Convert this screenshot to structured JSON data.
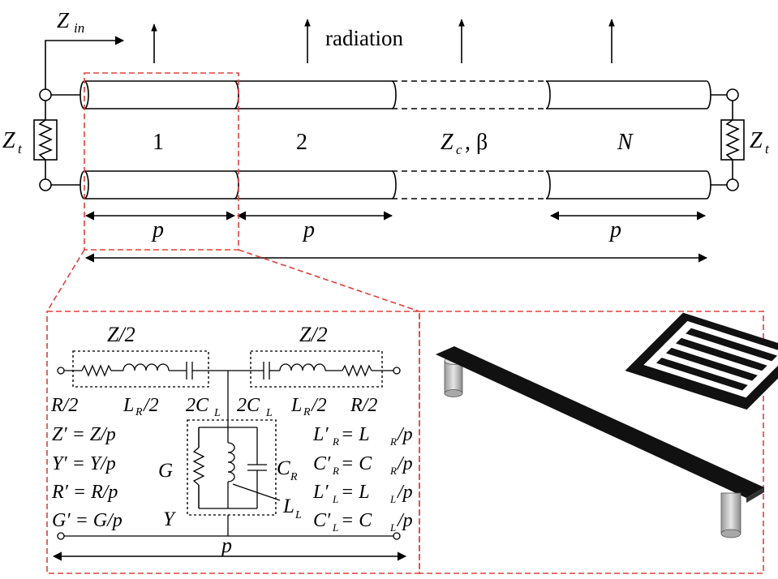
{
  "labels": {
    "zin": "Z",
    "zin_sub": "in",
    "radiation": "radiation",
    "zt": "Z",
    "zt_sub": "t",
    "cell_1": "1",
    "cell_2": "2",
    "zc": "Z",
    "zc_sub": "c",
    "zc_beta": ", β",
    "cell_n": "N",
    "period": "p",
    "z_half_left": "Z/2",
    "z_half_right": "Z/2",
    "r_half_left": "R/2",
    "lr_half_left_a": "L",
    "lr_half_left_sub": "R",
    "lr_half_left_b": "/2",
    "two_cl_left_a": "2C",
    "two_cl_left_sub": "L",
    "two_cl_right_a": "2C",
    "two_cl_right_sub": "L",
    "lr_half_right_a": "L",
    "lr_half_right_sub": "R",
    "lr_half_right_b": "/2",
    "r_half_right": "R/2",
    "eq_z": "Z′ = Z/p",
    "eq_y": "Y′ = Y/p",
    "eq_r": "R′ = R/p",
    "eq_g": "G′ = G/p",
    "label_g": "G",
    "label_y": "Y",
    "label_cr": "C",
    "label_cr_sub": "R",
    "label_ll": "L",
    "label_ll_sub": "L",
    "eq_lr_a": "L′",
    "eq_lr_sub": "R",
    "eq_lr_b": " = L",
    "eq_lr_sub2": "R",
    "eq_lr_c": "/p",
    "eq_cr_a": "C′",
    "eq_cr_sub": "R",
    "eq_cr_b": " = C",
    "eq_cr_sub2": "R",
    "eq_cr_c": "/p",
    "eq_ll_a": "L′",
    "eq_ll_sub": "L",
    "eq_ll_b": " = L",
    "eq_ll_sub2": "L",
    "eq_ll_c": "/p",
    "eq_cl_a": "C′",
    "eq_cl_sub": "L",
    "eq_cl_b": " = C",
    "eq_cl_sub2": "L",
    "eq_cl_c": "/p"
  },
  "colors": {
    "ink": "#000000",
    "zoom_dash": "#e0403c",
    "pcb_trace": "#111111",
    "via_metal": "#c8c8c8"
  }
}
